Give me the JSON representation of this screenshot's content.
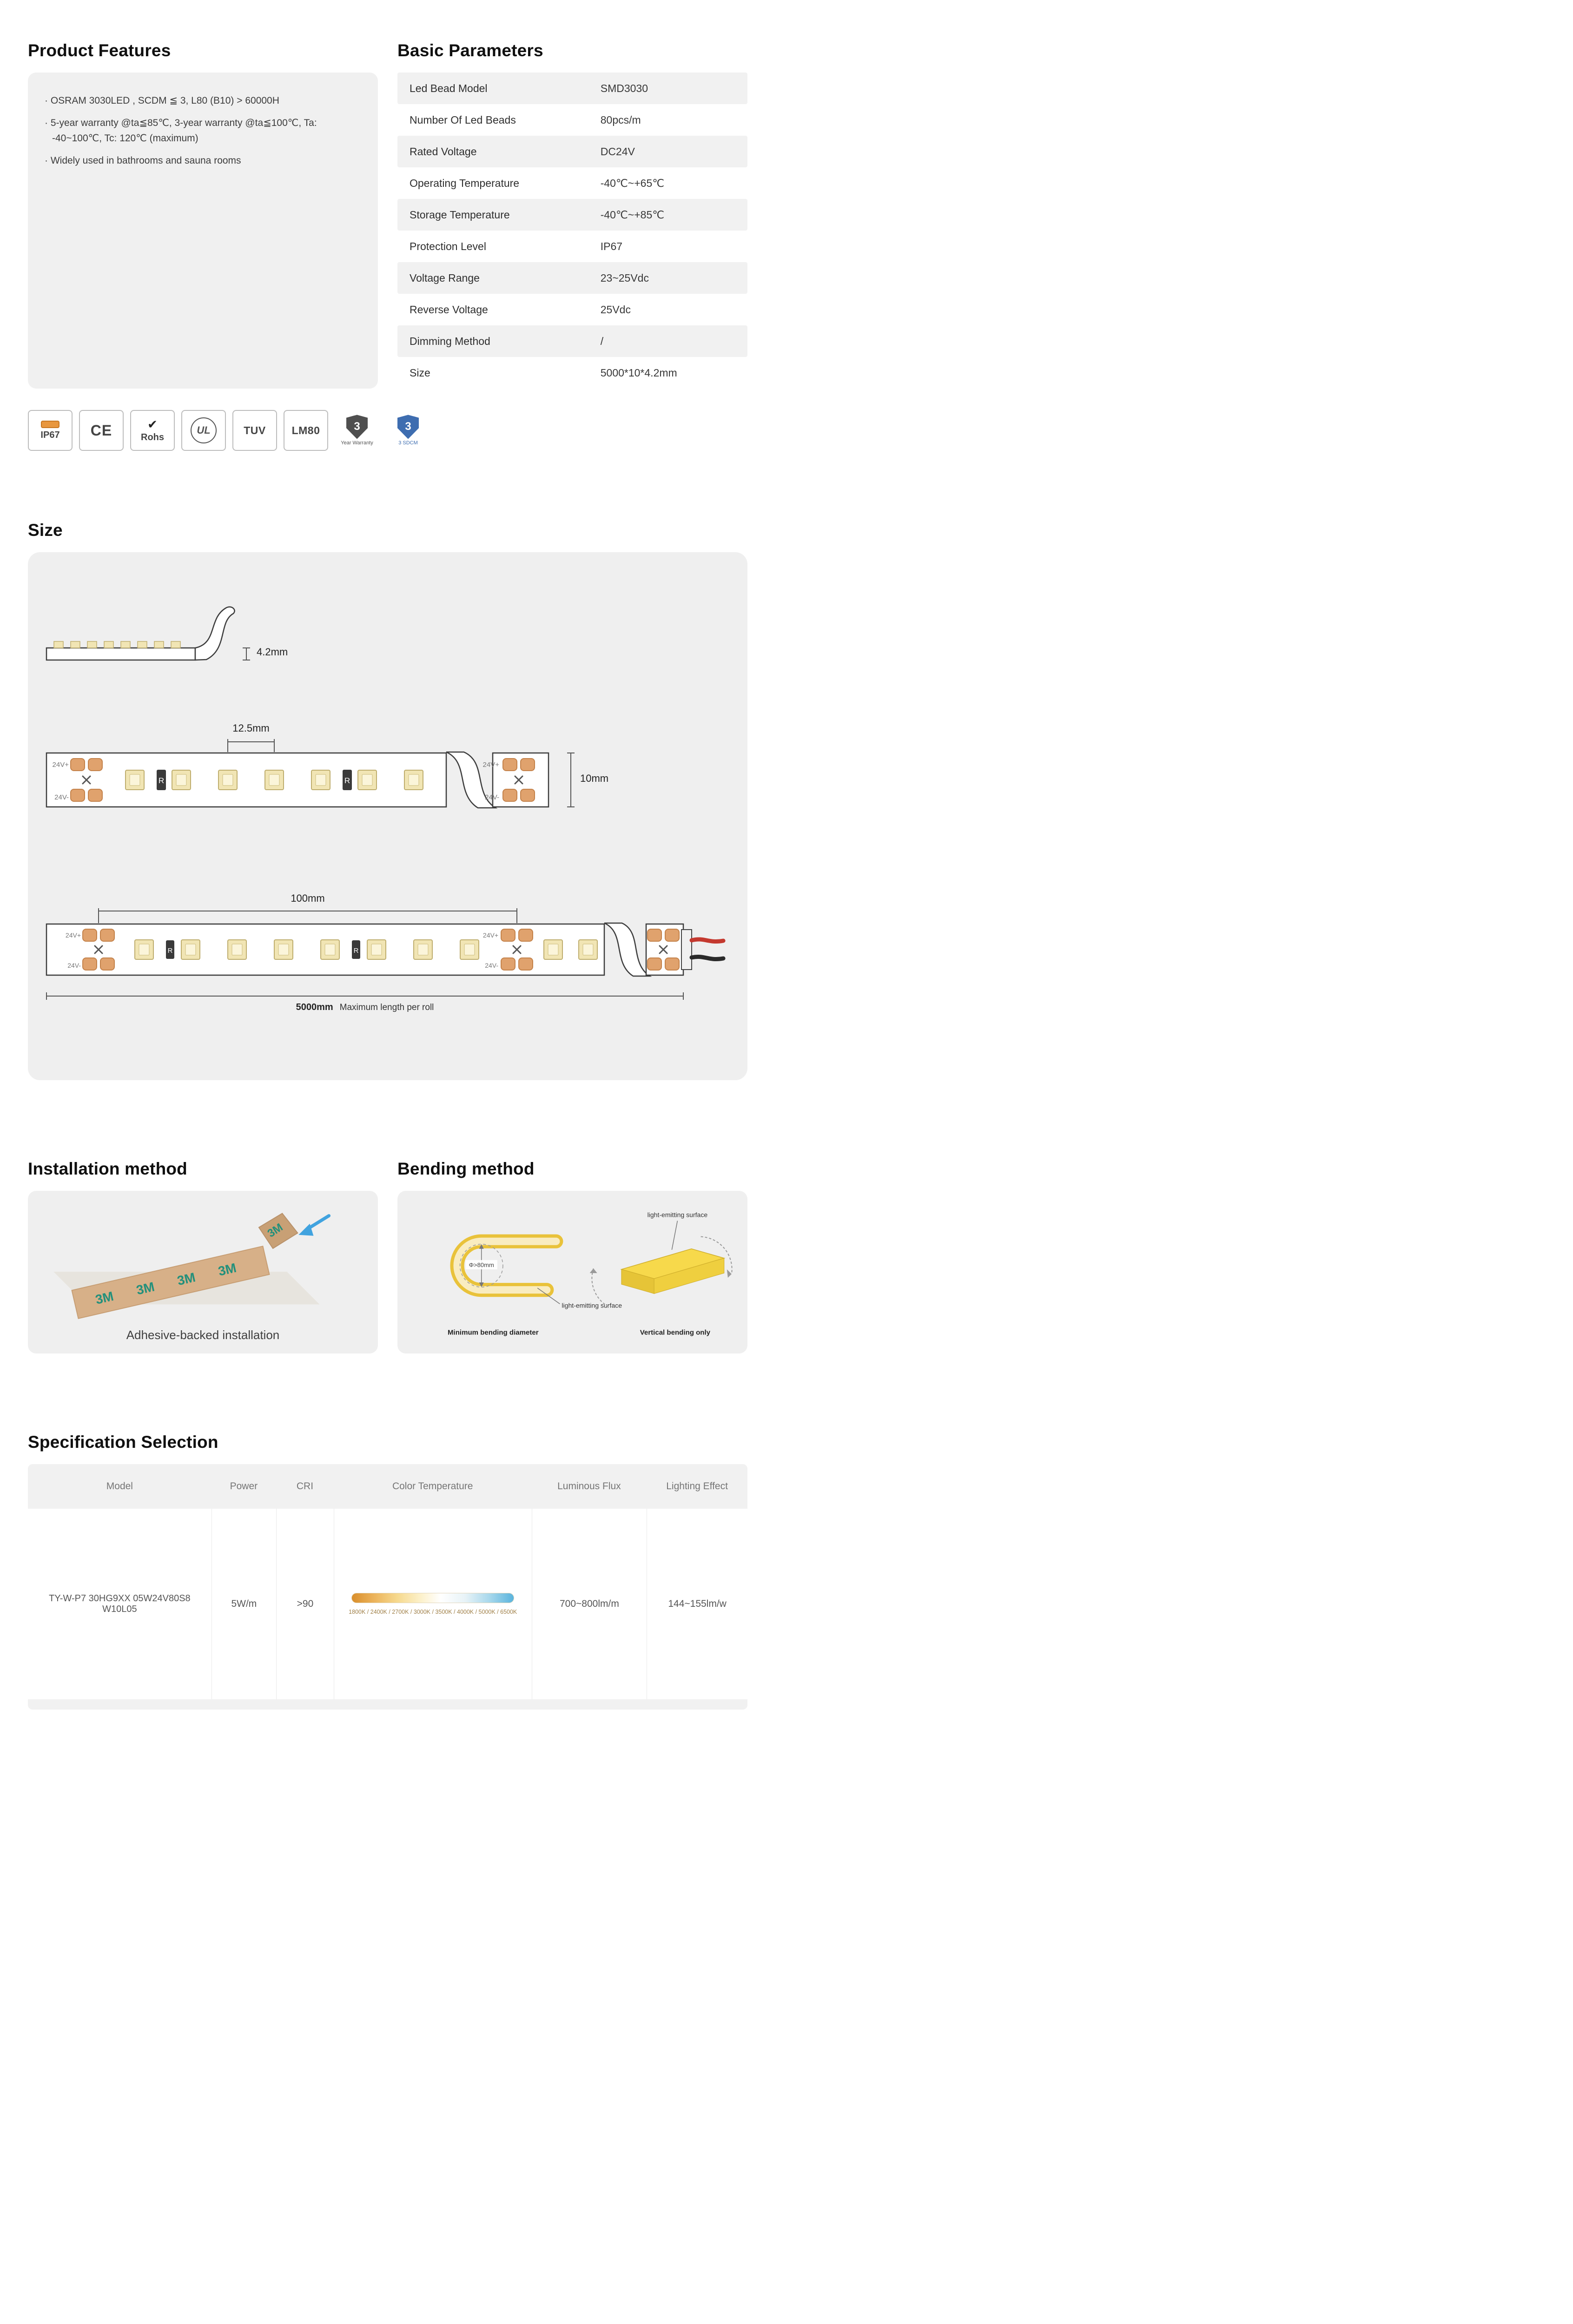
{
  "product_features": {
    "title": "Product Features",
    "items": [
      "· OSRAM 3030LED , SCDM ≦ 3, L80 (B10) > 60000H",
      "· 5-year warranty @ta≦85℃, 3-year warranty @ta≦100℃, Ta: -40~100℃, Tc: 120℃ (maximum)",
      "· Widely used in bathrooms and sauna rooms"
    ]
  },
  "basic_parameters": {
    "title": "Basic Parameters",
    "rows": [
      {
        "label": "Led Bead Model",
        "value": "SMD3030"
      },
      {
        "label": "Number Of Led Beads",
        "value": "80pcs/m"
      },
      {
        "label": "Rated Voltage",
        "value": "DC24V"
      },
      {
        "label": "Operating Temperature",
        "value": "-40℃~+65℃"
      },
      {
        "label": "Storage Temperature",
        "value": "-40℃~+85℃"
      },
      {
        "label": "Protection Level",
        "value": "IP67"
      },
      {
        "label": "Voltage Range",
        "value": "23~25Vdc"
      },
      {
        "label": "Reverse Voltage",
        "value": "25Vdc"
      },
      {
        "label": "Dimming Method",
        "value": "/"
      },
      {
        "label": "Size",
        "value": "5000*10*4.2mm"
      }
    ]
  },
  "certifications": {
    "ip67": "IP67",
    "ce": "CE",
    "rohs": "Rohs",
    "rohs_check": "✔",
    "ul": "UL",
    "tuv": "TUV",
    "lm80": "LM80",
    "warranty_number": "3",
    "warranty_label": "Year Warranty",
    "sdcm_number": "3",
    "sdcm_label": "3 SDCM"
  },
  "size_section": {
    "title": "Size",
    "thickness": "4.2mm",
    "led_pitch": "12.5mm",
    "strip_width": "10mm",
    "cut_unit": "100mm",
    "roll_length": "5000mm",
    "roll_note": "Maximum length per roll",
    "pad_positive": "24V+",
    "pad_negative": "24V-",
    "resistor": "R"
  },
  "installation": {
    "title": "Installation method",
    "caption": "Adhesive-backed installation",
    "tape_brand": "3M"
  },
  "bending": {
    "title": "Bending method",
    "light_surface_top": "light-emitting surface",
    "light_surface_mid": "light-emitting surface",
    "min_diameter": "Φ>80mm",
    "caption_min_bend": "Minimum bending diameter",
    "caption_vertical": "Vertical bending only"
  },
  "specification": {
    "title": "Specification Selection",
    "headers": [
      "Model",
      "Power",
      "CRI",
      "Color Temperature",
      "Luminous Flux",
      "Lighting Effect"
    ],
    "row": {
      "model": "TY-W-P7 30HG9XX 05W24V80S8 W10L05",
      "power": "5W/m",
      "cri": ">90",
      "cct_labels": "1800K / 2400K / 2700K / 3000K / 3500K / 4000K / 5000K / 6500K",
      "luminous_flux": "700~800lm/m",
      "lighting_effect": "144~155lm/w"
    },
    "cct_gradient": [
      "#d98e2b",
      "#f6d98e",
      "#ffffff",
      "#5ab4dd"
    ]
  }
}
